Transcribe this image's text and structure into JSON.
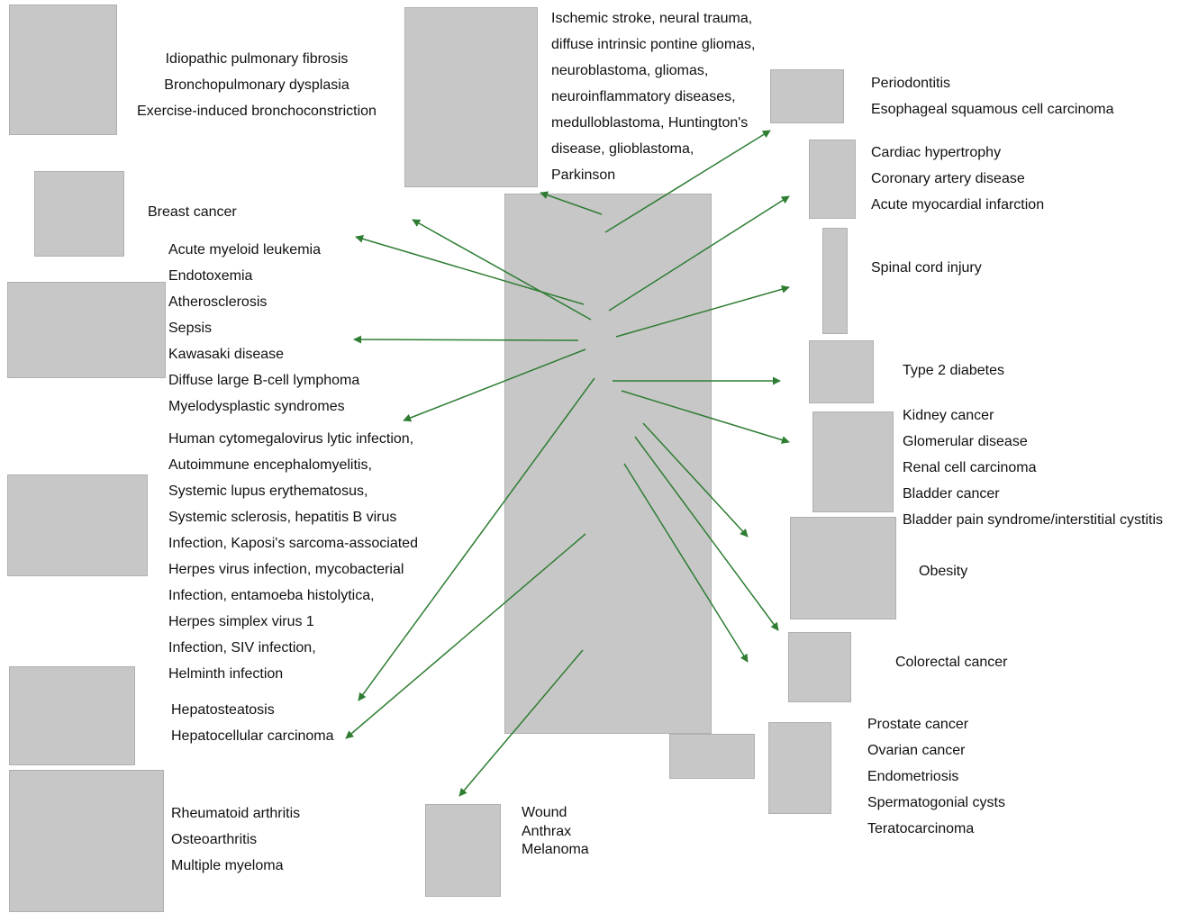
{
  "groups": {
    "lung": [
      "Idiopathic pulmonary fibrosis",
      "Bronchopulmonary dysplasia",
      "Exercise-induced bronchoconstriction"
    ],
    "nervous": [
      "Ischemic stroke, neural trauma,",
      "diffuse intrinsic pontine gliomas,",
      "neuroblastoma, gliomas,",
      "neuroinflammatory diseases,",
      "medulloblastoma, Huntington's",
      "disease, glioblastoma,",
      "Parkinson"
    ],
    "breast": [
      "Breast cancer"
    ],
    "blood": [
      "Acute myeloid leukemia",
      "Endotoxemia",
      "Atherosclerosis",
      "Sepsis",
      "Kawasaki disease",
      "Diffuse large B-cell lymphoma",
      "Myelodysplastic syndromes"
    ],
    "immune": [
      "Human cytomegalovirus lytic infection,",
      "Autoimmune encephalomyelitis,",
      "Systemic lupus erythematosus,",
      "Systemic sclerosis, hepatitis B virus",
      "Infection, Kaposi's sarcoma-associated",
      "Herpes virus infection, mycobacterial",
      "Infection, entamoeba histolytica,",
      "Herpes simplex virus 1",
      "Infection, SIV infection,",
      "Helminth infection"
    ],
    "liver": [
      "Hepatosteatosis",
      "Hepatocellular carcinoma"
    ],
    "joint": [
      "Rheumatoid arthritis",
      "Osteoarthritis",
      "Multiple myeloma"
    ],
    "skin": [
      "Wound",
      "Anthrax",
      "Melanoma"
    ],
    "oral": [
      "Periodontitis",
      "Esophageal squamous cell carcinoma"
    ],
    "heart": [
      "Cardiac hypertrophy",
      "Coronary artery disease",
      "Acute myocardial infarction"
    ],
    "spine": [
      "Spinal cord injury"
    ],
    "pancreas": [
      "Type 2 diabetes"
    ],
    "kidney": [
      "Kidney cancer",
      "Glomerular disease",
      "Renal cell carcinoma",
      "Bladder cancer",
      "Bladder pain syndrome/interstitial cystitis"
    ],
    "endocrine": [
      "Obesity"
    ],
    "colon": [
      "Colorectal cancer"
    ],
    "reproductive": [
      "Prostate cancer",
      "Ovarian cancer",
      "Endometriosis",
      "Spermatogonial cysts",
      "Teratocarcinoma"
    ]
  },
  "colors": {
    "arrow": "#2e7d32"
  }
}
